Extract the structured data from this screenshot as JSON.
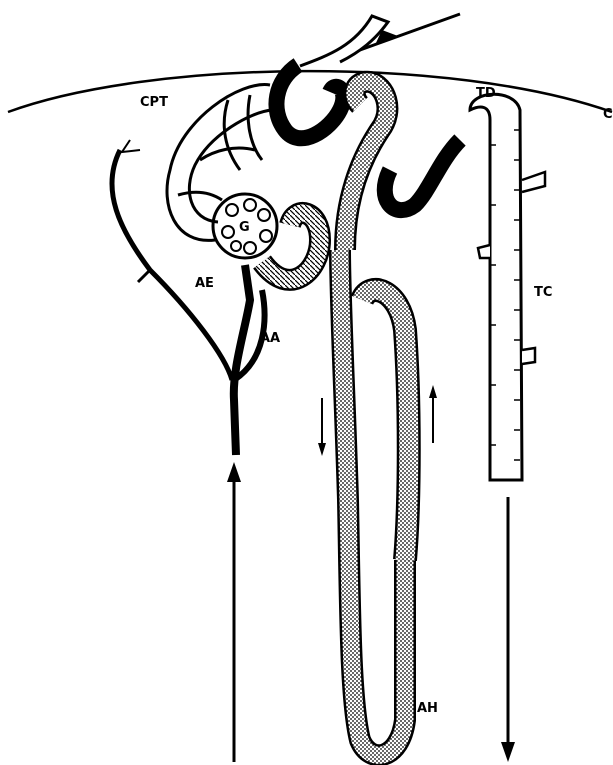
{
  "labels": {
    "cpt": "CPT",
    "g": "G",
    "ae": "AE",
    "aa": "AA",
    "td": "TD",
    "tc": "TC",
    "ah": "AH",
    "c": "C"
  },
  "colors": {
    "ink": "#000000",
    "paper": "#ffffff",
    "stipple": "#9a9a9a"
  }
}
